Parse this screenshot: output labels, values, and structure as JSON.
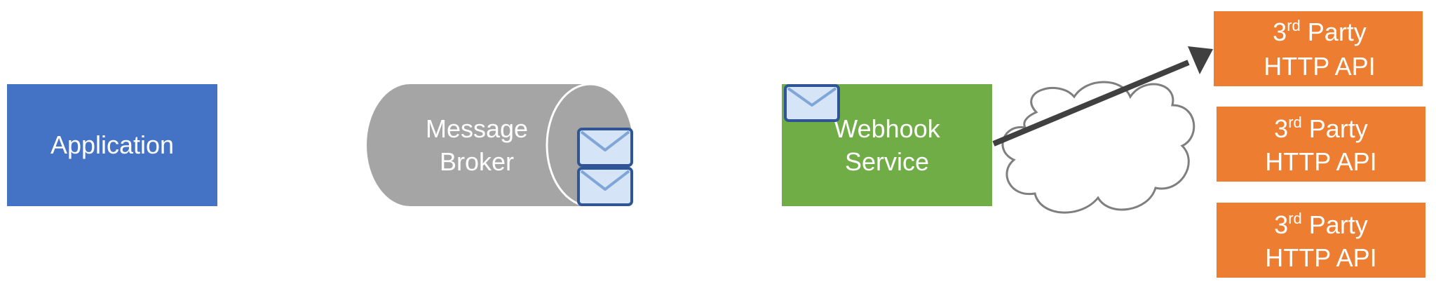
{
  "colors": {
    "application": "#4472C4",
    "broker": "#A5A5A5",
    "webhook": "#70AD47",
    "third_party": "#ED7D31",
    "arrow": "#404040",
    "cloud_stroke": "#7F7F7F",
    "envelope_border": "#2F5597",
    "envelope_fill": "#D6E4F7"
  },
  "icons": {
    "envelope": "envelope-icon",
    "cloud": "cloud-icon",
    "arrow": "arrow-icon"
  },
  "application": {
    "label": "Application"
  },
  "broker": {
    "line1": "Message",
    "line2": "Broker"
  },
  "webhook": {
    "line1": "Webhook",
    "line2": "Service"
  },
  "third_party": [
    {
      "num": "3",
      "sup": "rd",
      "word": "Party",
      "line2": "HTTP API"
    },
    {
      "num": "3",
      "sup": "rd",
      "word": "Party",
      "line2": "HTTP API"
    },
    {
      "num": "3",
      "sup": "rd",
      "word": "Party",
      "line2": "HTTP API"
    }
  ]
}
